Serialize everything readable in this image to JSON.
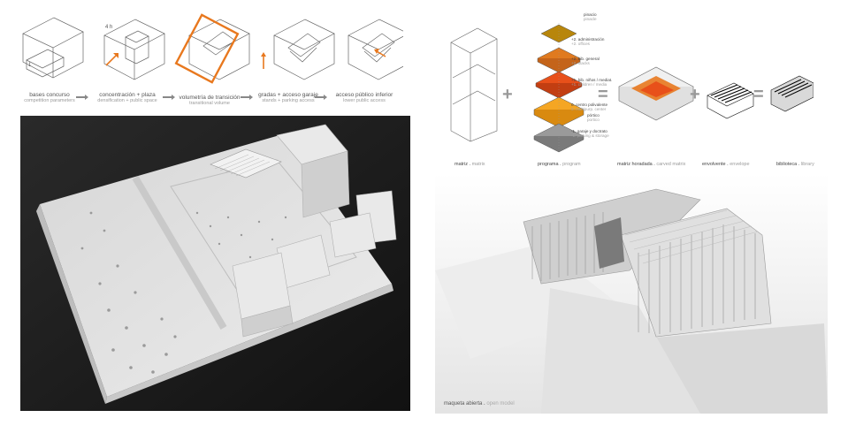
{
  "top_left_sequence": {
    "axis_label_1": "1",
    "axis_label_4h": "4 h",
    "steps": [
      {
        "es": "bases concurso",
        "en": "competition parameters"
      },
      {
        "es": "concentración + plaza",
        "en": "densification + public space"
      },
      {
        "es": "volumetría de transición",
        "en": "transitional volume"
      },
      {
        "es": "gradas + acceso garaje",
        "en": "stands + parking access"
      },
      {
        "es": "acceso público inferior",
        "en": "lower public access"
      }
    ]
  },
  "top_right_equation": {
    "terms": [
      {
        "es": "matriz",
        "en": "matrix"
      },
      {
        "es": "programa",
        "en": "program"
      },
      {
        "es": "matriz horadada",
        "en": "carved matrix"
      },
      {
        "es": "envolvente",
        "en": "envelope"
      },
      {
        "es": "biblioteca",
        "en": "library"
      }
    ],
    "operators": [
      "+",
      "=",
      "+",
      "="
    ],
    "program_layers": [
      {
        "es": "pinacio",
        "en": "pinacle"
      },
      {
        "es": "+2. administración",
        "en": "+2. offices"
      },
      {
        "es": "+2. bib. general",
        "en": "+2. stacks"
      },
      {
        "es": "+1. bib. niños / mediat.",
        "en": "+1. children / media"
      },
      {
        "es": "0. centro polivalente",
        "en": "0. multipurp. center"
      },
      {
        "es": "pórtico",
        "en": "portico"
      },
      {
        "es": "-1. garaje y doctrato",
        "en": "-1. parking & storage"
      }
    ],
    "program_colors": [
      "#b8860b",
      "#e07a1f",
      "#e8501a",
      "#f5a623",
      "#9a9a9a"
    ]
  },
  "photos": {
    "site_model": {
      "alt": "site model"
    },
    "open_model": {
      "es": "maqueta abierta",
      "en": "open model"
    }
  },
  "colors": {
    "accent": "#e8781e",
    "arrow_grey": "#888888",
    "photo_bg": "#1a1a1a"
  }
}
